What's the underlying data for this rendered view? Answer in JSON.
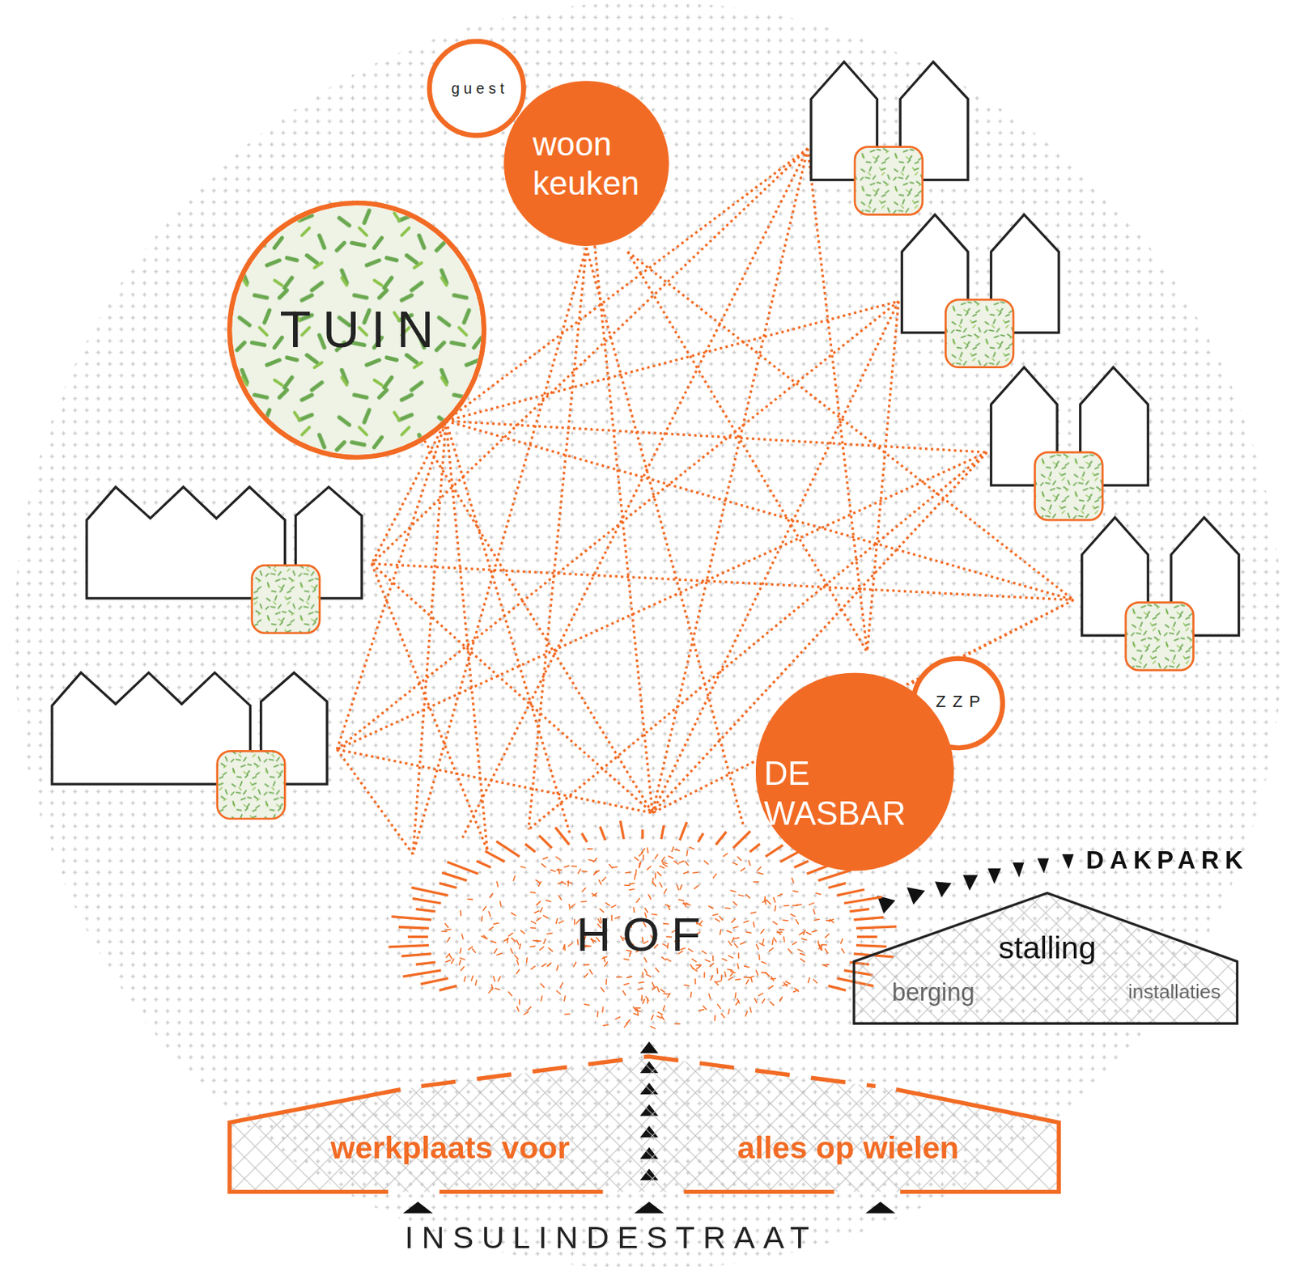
{
  "diagram": {
    "nodes": [
      {
        "text": [
          "guest"
        ]
      },
      {
        "text": [
          "woon keuken"
        ]
      },
      {
        "text": [
          "TUIN"
        ]
      },
      {
        "text": [
          "ZZP"
        ]
      },
      {
        "text": [
          "DE WASBAR"
        ]
      },
      {
        "text": [
          "HOF"
        ]
      },
      {
        "text": [
          "stalling",
          "berging",
          "installaties"
        ]
      },
      {
        "text": [
          "werkplaats voor",
          "alles op wielen"
        ]
      }
    ],
    "edges": [
      {
        "from": 1,
        "to": 5,
        "arrow": "none"
      },
      {
        "from": 2,
        "to": 5,
        "arrow": "none"
      },
      {
        "from": 7,
        "to": 5,
        "arrow": "to"
      }
    ],
    "labels": [
      "DAKPARK",
      "INSULINDESTRAAT"
    ]
  }
}
